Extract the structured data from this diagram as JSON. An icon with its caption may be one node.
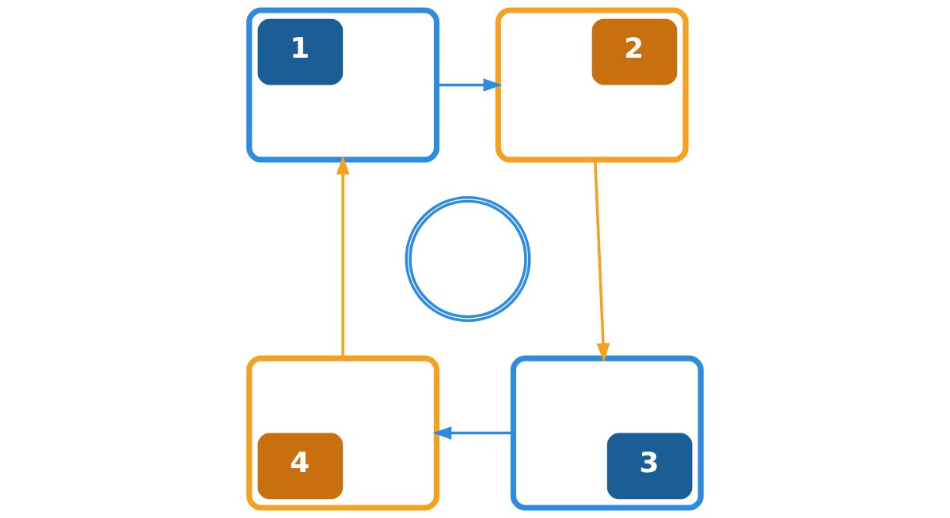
{
  "diagram": {
    "nodes": [
      {
        "text": [
          "1"
        ]
      },
      {
        "text": [
          "2"
        ]
      },
      {
        "text": [
          "3"
        ]
      },
      {
        "text": [
          "4"
        ]
      },
      {
        "text": [],
        "shape": "circle"
      }
    ],
    "edges": [
      {
        "from": 0,
        "to": 1,
        "arrow": "to",
        "color": "#2e8ce0"
      },
      {
        "from": 1,
        "to": 2,
        "arrow": "to",
        "color": "#f5a020"
      },
      {
        "from": 2,
        "to": 3,
        "arrow": "to",
        "color": "#2e8ce0"
      },
      {
        "from": 3,
        "to": 0,
        "arrow": "to",
        "color": "#f5a020"
      }
    ]
  }
}
